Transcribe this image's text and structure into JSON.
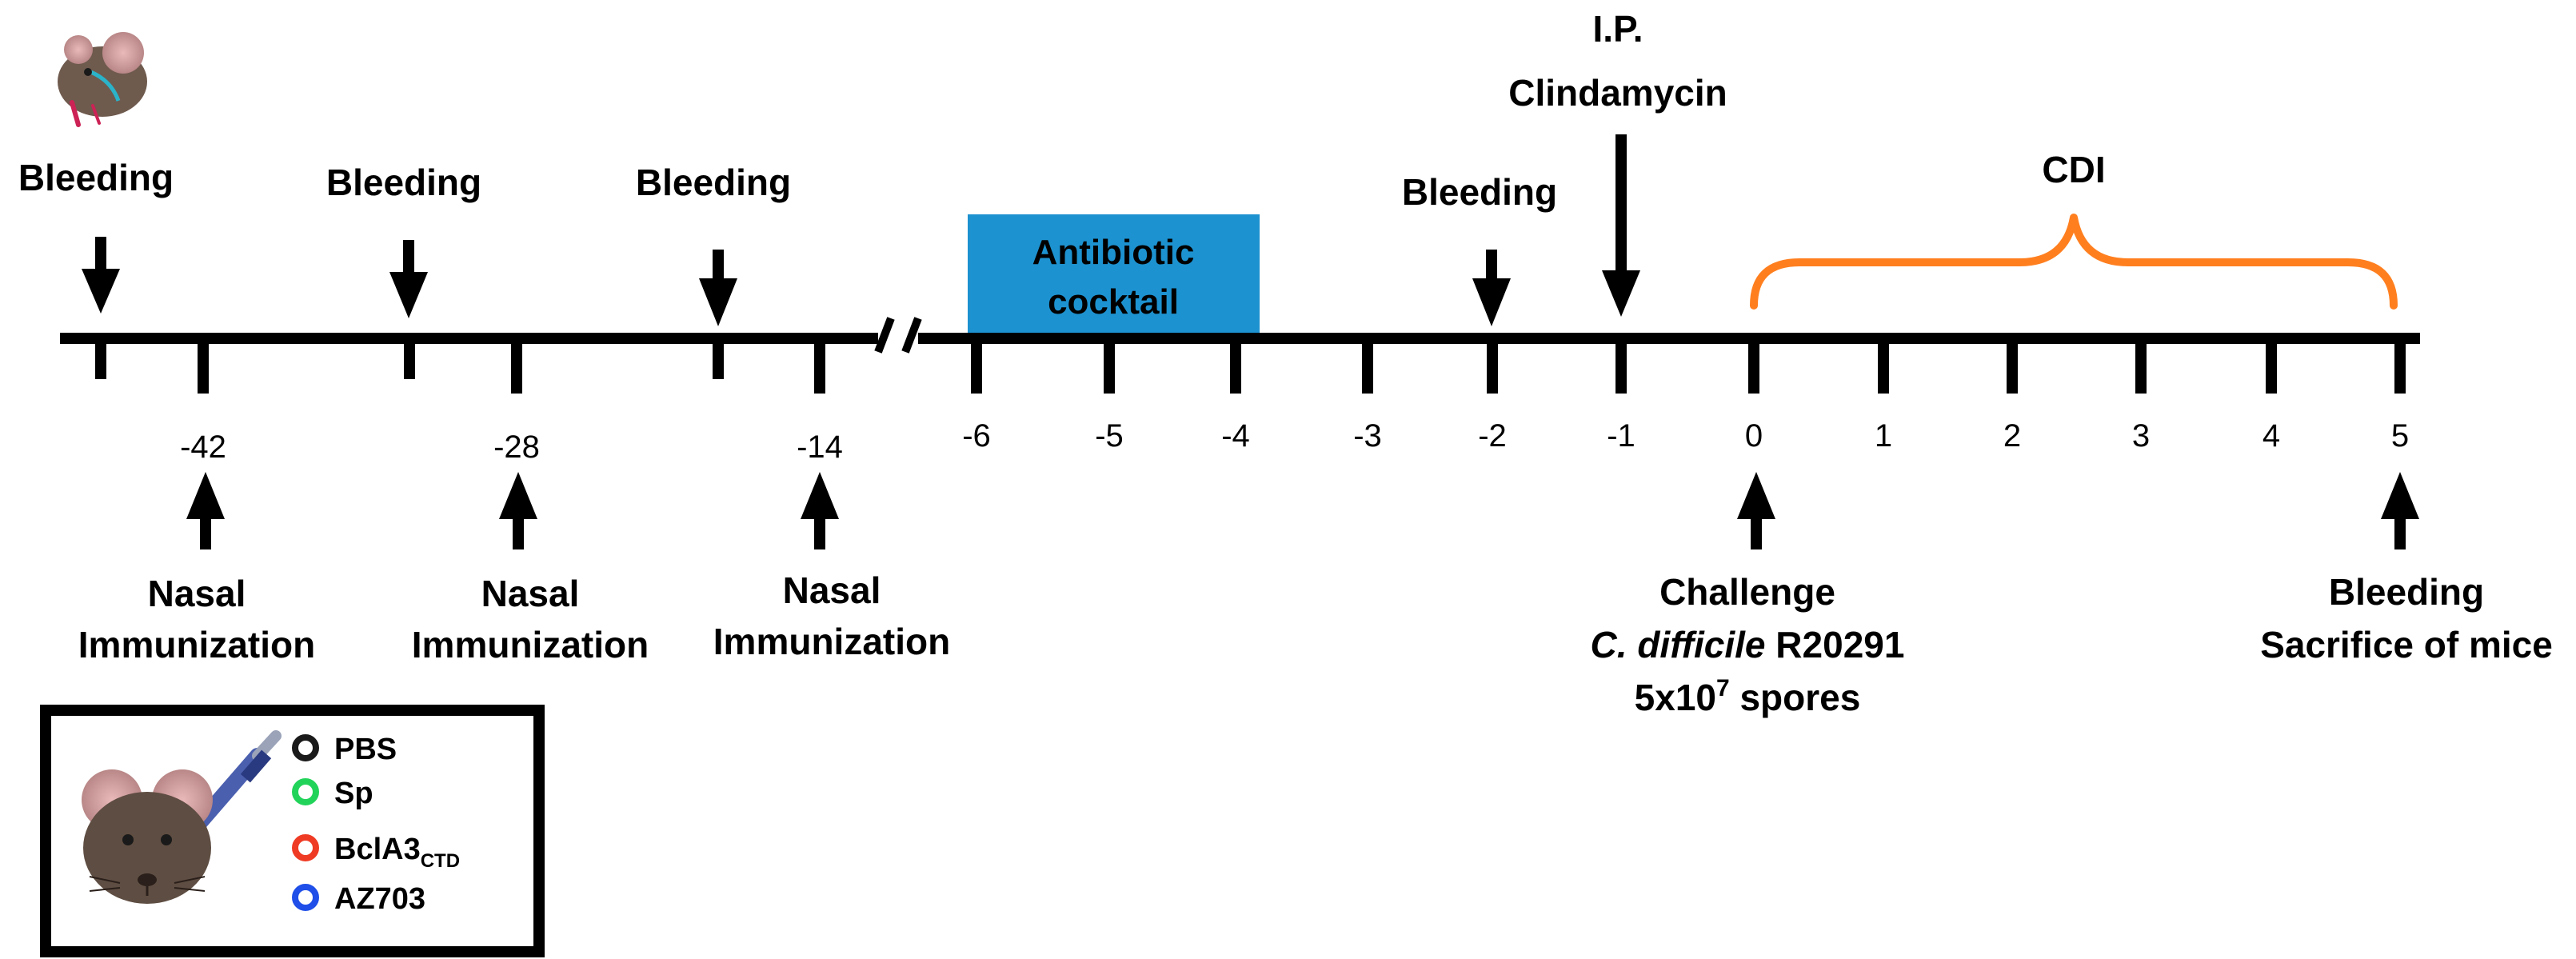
{
  "timeline": {
    "ticks": [
      {
        "label": ""
      },
      {
        "label": "-42"
      },
      {
        "label": ""
      },
      {
        "label": "-28"
      },
      {
        "label": ""
      },
      {
        "label": "-14"
      },
      {
        "label": "-6"
      },
      {
        "label": "-5"
      },
      {
        "label": "-4"
      },
      {
        "label": "-3"
      },
      {
        "label": "-2"
      },
      {
        "label": "-1"
      },
      {
        "label": "0"
      },
      {
        "label": "1"
      },
      {
        "label": "2"
      },
      {
        "label": "3"
      },
      {
        "label": "4"
      },
      {
        "label": "5"
      }
    ]
  },
  "top_events": [
    {
      "label": "Bleeding"
    },
    {
      "label": "Bleeding"
    },
    {
      "label": "Bleeding"
    },
    {
      "label": "Bleeding"
    },
    {
      "line1": "I.P.",
      "line2": "Clindamycin"
    }
  ],
  "bottom_events": [
    {
      "line1": "Nasal",
      "line2": "Immunization"
    },
    {
      "line1": "Nasal",
      "line2": "Immunization"
    },
    {
      "line1": "Nasal",
      "line2": "Immunization"
    }
  ],
  "antibiotic_box": {
    "line1": "Antibiotic",
    "line2": "cocktail",
    "color": "#1d92d0"
  },
  "cdi": {
    "label": "CDI",
    "color": "#ff7f1f"
  },
  "challenge": {
    "line1": "Challenge",
    "line2_italic": "C. difficile",
    "line2_rest": " R20291",
    "line3_pre": "5x10",
    "line3_sup": "7",
    "line3_post": " spores"
  },
  "final": {
    "line1": "Bleeding",
    "line2": "Sacrifice of mice"
  },
  "legend": {
    "items": [
      {
        "label": "PBS",
        "sub": "",
        "color": "#1a1a1a"
      },
      {
        "label": "Sp",
        "sub": "",
        "color": "#22d35a"
      },
      {
        "label": "BclA3",
        "sub": "CTD",
        "color": "#ef3b24"
      },
      {
        "label": "AZ703",
        "sub": "",
        "color": "#1f4fe8"
      }
    ]
  }
}
